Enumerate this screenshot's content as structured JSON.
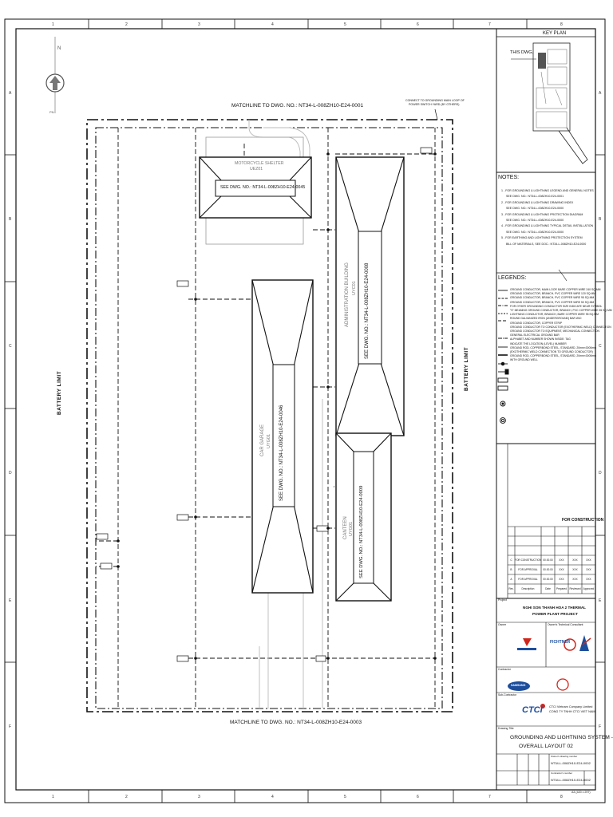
{
  "matchline_top": "MATCHLINE TO DWG. NO.: NT34-L-008ZH10-E24-0001",
  "matchline_bottom": "MATCHLINE TO DWG. NO.: NT34-L-008ZH10-E24-0003",
  "battery_limit": "BATTERY LIMIT",
  "callout_connect": [
    "CONNECT TO GROUNDING MAIN LOOP OF",
    "POWER SWITCH YARD (BY OTHERS)"
  ],
  "buildings": {
    "motorcycle": {
      "name": "MOTORCYCLE SHELTER",
      "code": "UEZ01",
      "ref": "SEE DWG. NO.: NT34-L-008ZH10-E24-0045"
    },
    "admin": {
      "name": "ADMINISTRATION BUILDING",
      "code": "UYC01",
      "ref": "SEE DWG. NO.: NT34-L-008ZH10-E24-0008"
    },
    "garage": {
      "name": "CAR GARAGE",
      "code": "UYG01",
      "ref": "SEE DWG. NO.: NT34-L-008ZH10-E24-0046"
    },
    "canteen": {
      "name": "CANTEEN",
      "code": "UYG01",
      "ref": "SEE DWG. NO.: NT34-L-008ZH10-E24-0009"
    }
  },
  "key_plan": {
    "title": "KEY PLAN",
    "this_dwg": "THIS DWG."
  },
  "notes": {
    "title": "NOTES:",
    "lines": [
      "1 - FOR GROUNDING & LIGHTNING LEGEND AND GENERAL NOTES",
      "SEE DWG. NO.: NT34-L-008ZH10-E24-0001",
      "2 - FOR GROUNDING & LIGHTNING DRAWING INDEX",
      "SEE DWG. NO.: NT34-L-008ZH10-E24-0000",
      "3 - FOR GROUNDING & LIGHTNING PROTECTION DIAGRAM",
      "SEE DWG. NO.: NT34-L-008ZH10-E24-0000",
      "4 - FOR GROUNDING & LIGHTNING TYPICAL DETAIL INSTALLATION",
      "SEE DWG. NO.: NT34-L-008ZH10-E24-0000",
      "5 - FOR EARTHING AND LIGHTNING PROTECTION SYSTEM",
      "BILL OF MATERIALS, SEE DOC.: NT34-L-008ZH10-E24-0000"
    ]
  },
  "legends": {
    "title": "LEGENDS:",
    "items": [
      "GROUND CONDUCTOR, MAIN LOOP, BARE COPPER WIRE 240 SQ.MM",
      "GROUND CONDUCTOR, BRANCH, PVC COPPER WIRE 120 SQ.MM",
      "GROUND CONDUCTOR, BRANCH, PVC COPPER WIRE 95 SQ.MM",
      "GROUND CONDUCTOR, BRANCH, PVC COPPER WIRE 50 SQ.MM",
      "FOR OTHER GROUNDING CONDUCTOR SIZE INDICATE NEAR SYMBOL",
      "\"S\" MEANING GROUND CONDUCTOR, BRANCH, PVC COPPER WIRE 35 SQ.MM",
      "LIGHTNING CONDUCTOR, BRANCH, BARE COPPER WIRE 95 SQ.MM",
      "ROUND GALVANIZED IRON (UNDERGROUND) BAR Ø10",
      "GROUND CONDUCTOR, COPPER STRIP",
      "GROUND CONDUCTOR TO CONDUCTOR (EXOTHERMIC WELD) CONNECTION",
      "GROUND CONDUCTOR TO EQUIPMENT, MECHANICAL CONNECTION",
      "GENERAL ELECTRICAL GROUND BAR",
      "ALPHABET AND NUMBER SHOWN INSIDE: TAG",
      "INDICATE THE LOCATION (LEVEL) NUMBER",
      "GROUND ROD, COPPERBOND STEEL, STANDARD, 20mm×3000mm",
      "(EXOTHERMIC WELD CONNECTION TO GROUND CONDUCTOR)",
      "GROUND ROD, COPPERBOND STEEL, STANDARD, 20mm×3000mm",
      "WITH GROUND WELL"
    ]
  },
  "revision": {
    "status": "FOR CONSTRUCTION",
    "rows": [
      [
        "C",
        "FOR CONSTRUCTION",
        "00.00.00",
        "XXX",
        "XXX",
        "XXX"
      ],
      [
        "B",
        "FOR APPROVAL",
        "00.00.00",
        "XXX",
        "XXX",
        "XXX"
      ],
      [
        "A",
        "FOR APPROVAL",
        "00.00.00",
        "XXX",
        "XXX",
        "XXX"
      ]
    ],
    "header": [
      "Rev.",
      "Description",
      "Date",
      "Prepared",
      "Reviewed",
      "Approved"
    ]
  },
  "project": {
    "label": "Project",
    "name_line1": "NGHI SON THANH HOA 2 THERMAL",
    "name_line2": "POWER PLANT PROJECT"
  },
  "owner_label": "Owner",
  "consultant_label": "Owner's Technical Consultant",
  "consultant_logo": "FICHTNER",
  "contractor_label": "Contractor",
  "subcontractor_label": "Sub-Contractor",
  "contractor_logo": "SAMSUNG",
  "ctci": {
    "logo": "CTCI",
    "line1": "CTCI Vietnam Company Limited",
    "line2": "CONG TY TNHH CTCI VIET NAM"
  },
  "title": {
    "label": "Drawing Title",
    "line1": "GROUNDING AND LIGHTNING SYSTEM -",
    "line2": "OVERALL LAYOUT 02"
  },
  "dwg_no": {
    "label": "Owner's drawing number",
    "value": "NT34-L-008ZH10-E24-0002"
  },
  "contractor_no": {
    "label": "Contractor's number",
    "value": "NT34-L-008ZH10-E24-0002"
  },
  "sheet_size": "A3 (420 x 297)",
  "colors": {
    "line": "#111111",
    "grey": "#7a7a7a",
    "lightgrey": "#b8b8b8",
    "red": "#d0261c",
    "blue": "#1d4e9c"
  }
}
